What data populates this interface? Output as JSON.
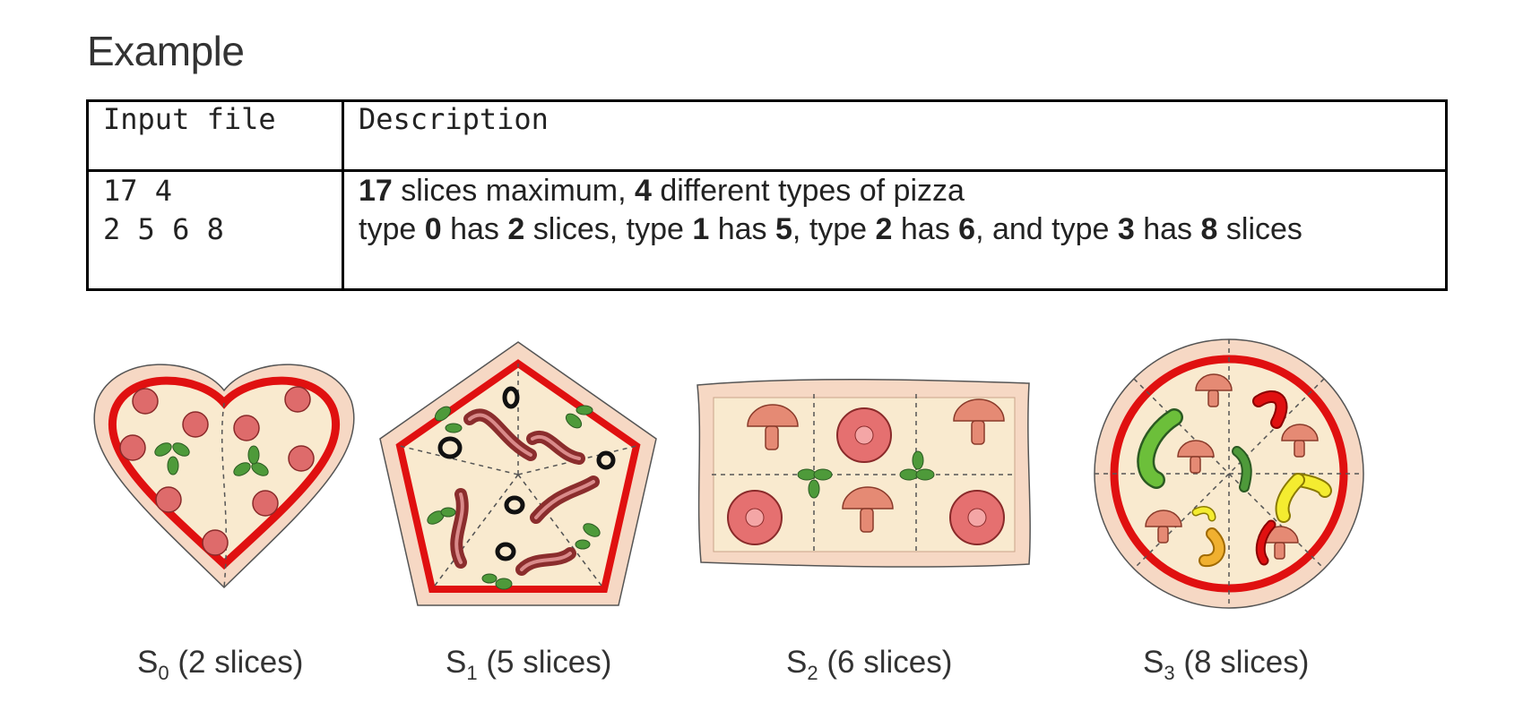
{
  "heading": "Example",
  "table": {
    "header": {
      "input": "Input file",
      "description": "Description"
    },
    "input_lines": [
      "17 4",
      "2 5 6 8"
    ],
    "desc_line1": [
      {
        "t": "17",
        "b": true
      },
      {
        "t": " slices maximum, ",
        "b": false
      },
      {
        "t": "4",
        "b": true
      },
      {
        "t": " different types of pizza",
        "b": false
      }
    ],
    "desc_line2": [
      {
        "t": "type ",
        "b": false
      },
      {
        "t": "0",
        "b": true
      },
      {
        "t": " has ",
        "b": false
      },
      {
        "t": "2",
        "b": true
      },
      {
        "t": " slices, type ",
        "b": false
      },
      {
        "t": "1",
        "b": true
      },
      {
        "t": " has ",
        "b": false
      },
      {
        "t": "5",
        "b": true
      },
      {
        "t": ", type ",
        "b": false
      },
      {
        "t": "2",
        "b": true
      },
      {
        "t": " has ",
        "b": false
      },
      {
        "t": "6",
        "b": true
      },
      {
        "t": ", and type ",
        "b": false
      },
      {
        "t": "3",
        "b": true
      },
      {
        "t": " has ",
        "b": false
      },
      {
        "t": "8",
        "b": true
      },
      {
        "t": " slices",
        "b": false
      }
    ]
  },
  "pizzas": [
    {
      "letter": "S",
      "sub": "0",
      "text": "(2 slices)",
      "shape": "heart"
    },
    {
      "letter": "S",
      "sub": "1",
      "text": "(5 slices)",
      "shape": "pentagon"
    },
    {
      "letter": "S",
      "sub": "2",
      "text": "(6 slices)",
      "shape": "rectangle"
    },
    {
      "letter": "S",
      "sub": "3",
      "text": "(8 slices)",
      "shape": "circle"
    }
  ]
}
